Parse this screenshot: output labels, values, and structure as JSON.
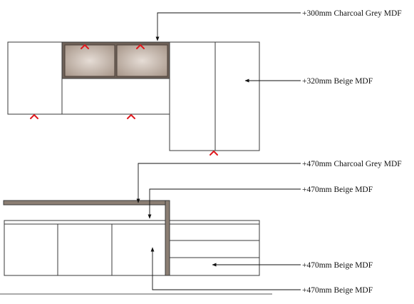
{
  "colors": {
    "beige_panel_edge": "#dfe0dc",
    "beige_panel_center": "#fbfbf9",
    "charcoal_panel_edge": "#a59487",
    "charcoal_panel_center": "#e6ddd6",
    "worktop_fill": "#8b7e73",
    "outline": "#3a3a3a",
    "hinge_mark": "#e0191e"
  },
  "elevation_upper": {
    "callouts": [
      {
        "label": "+300mm Charcoal Grey MDF"
      },
      {
        "label": "+320mm Beige MDF"
      }
    ]
  },
  "elevation_lower": {
    "callouts": [
      {
        "label": "+470mm Charcoal Grey MDF"
      },
      {
        "label": "+470mm Beige MDF"
      },
      {
        "label": "+470mm Beige MDF"
      },
      {
        "label": "+470mm Beige MDF"
      }
    ]
  }
}
